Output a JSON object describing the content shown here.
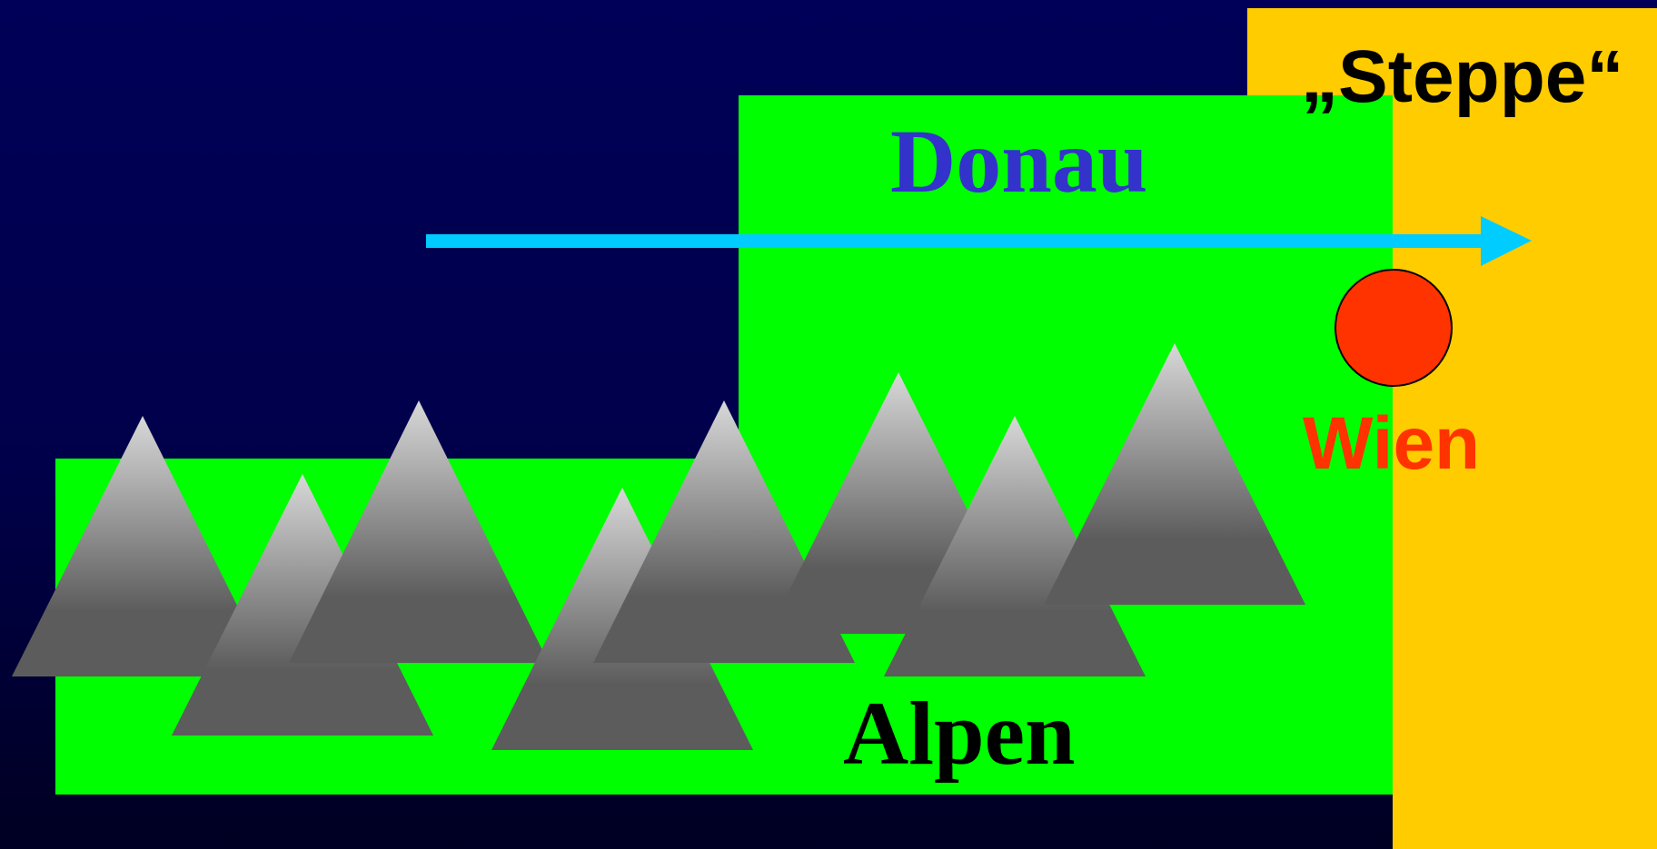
{
  "labels": {
    "donau": "Donau",
    "steppe": "„Steppe“",
    "wien": "Wien",
    "alpen": "Alpen"
  },
  "regions": {
    "alpine_foreland": "alpine-foreland-region",
    "steppe": "steppe-region",
    "vienna": "vienna-marker",
    "danube": "danube-arrow",
    "mountains": "alps-mountains"
  },
  "colors": {
    "background": "#000058",
    "green": "#00ff00",
    "steppe": "#ffcc00",
    "river": "#00ccff",
    "city": "#ff3300",
    "donau_text": "#3333cc",
    "text_dark": "#000000",
    "mountain_top": "#d8d8d8",
    "mountain_bottom": "#5c5c5c"
  }
}
